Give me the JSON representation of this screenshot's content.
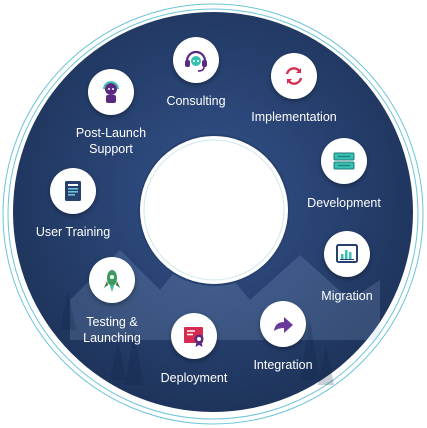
{
  "diagram": {
    "colors": {
      "ring": "#27416f",
      "ring_dark": "#1c3157",
      "outline": "#6cc4d8",
      "icon_purple": "#5a2a82",
      "icon_teal": "#36bfb3",
      "icon_red": "#d62c4f",
      "icon_green": "#3c9a5f"
    },
    "steps": [
      {
        "key": "consulting",
        "label": "Consulting",
        "icon": "headset-icon"
      },
      {
        "key": "implementation",
        "label": "Implementation",
        "icon": "refresh-arrows-icon"
      },
      {
        "key": "development",
        "label": "Development",
        "icon": "server-icon"
      },
      {
        "key": "migration",
        "label": "Migration",
        "icon": "chart-monitor-icon"
      },
      {
        "key": "integration",
        "label": "Integration",
        "icon": "forward-arrow-icon"
      },
      {
        "key": "deployment",
        "label": "Deployment",
        "icon": "certificate-icon"
      },
      {
        "key": "testing",
        "label": "Testing &\nLaunching",
        "icon": "rocket-icon"
      },
      {
        "key": "training",
        "label": "User Training",
        "icon": "document-icon"
      },
      {
        "key": "support",
        "label": "Post-Launch\nSupport",
        "icon": "support-agent-icon"
      }
    ]
  }
}
